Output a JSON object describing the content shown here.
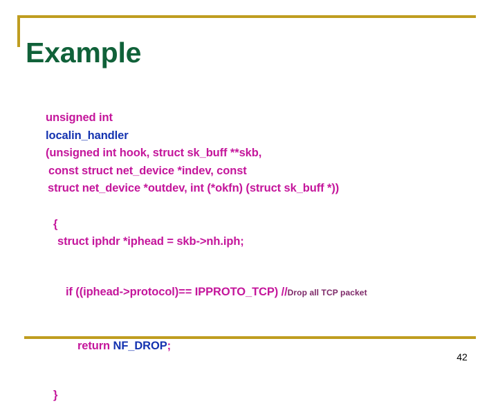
{
  "slide": {
    "title": "Example",
    "page_number": "42",
    "accent_color": "#BF9D20",
    "title_color": "#106139",
    "code_color": "#C4169B",
    "identifier_color": "#1433B0",
    "comment_color": "#7D2868"
  },
  "code": {
    "signature": {
      "return_type": "unsigned int",
      "function_name": "localin_handler",
      "params_line_1": "(unsigned int hook, struct sk_buff **skb,",
      "params_line_2": "const struct net_device *indev, const",
      "params_line_3": "struct net_device *outdev, int (*okfn) (struct sk_buff *))"
    },
    "body": {
      "open_brace": "{",
      "declaration": "struct iphdr *iphead = skb->nh.iph;",
      "if_statement": "if ((iphead->protocol)== IPPROTO_TCP) //",
      "if_comment": "Drop all TCP packet",
      "return_keyword": "return ",
      "return_value": "NF_DROP",
      "return_terminator": ";",
      "close_brace": "}"
    }
  }
}
